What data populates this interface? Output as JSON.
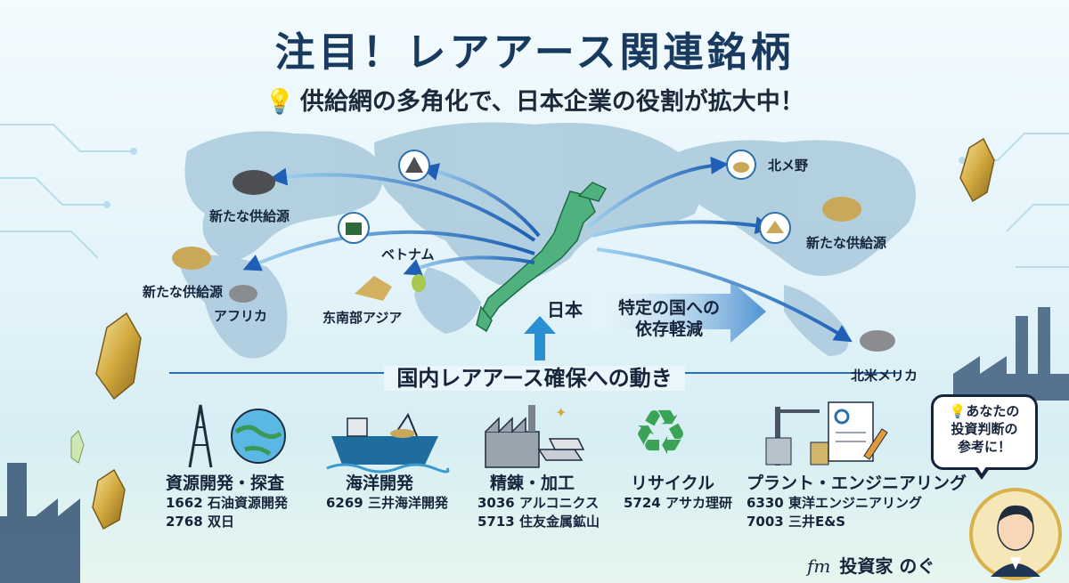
{
  "header": {
    "title": "注目！レアアース関連銘柄",
    "subtitle": "供給網の多角化で、日本企業の役割が拡大中！",
    "subtitle_icon": "lightbulb-icon"
  },
  "map": {
    "labels": {
      "new_source_1": "新たな供給源",
      "new_source_2": "新たな供給源",
      "new_source_3": "新たな供給源",
      "africa": "アフリカ",
      "vietnam": "ベトナム",
      "southeast_asia": "东南部アジア",
      "japan": "日本",
      "north_a": "北メ野",
      "north_america": "北米メリカ"
    },
    "reduce_dependency": [
      "特定の国への",
      "依存軽減"
    ]
  },
  "section": {
    "title": "国内レアアース確保への動き",
    "categories": [
      {
        "icon": "oil-rig-globe-icon",
        "name": "資源開発・探査",
        "stocks": [
          "1662 石油資源開発",
          "2768 双日"
        ]
      },
      {
        "icon": "ship-icon",
        "name": "海洋開発",
        "stocks": [
          "6269 三井海洋開発"
        ]
      },
      {
        "icon": "refinery-icon",
        "name": "精錬・加工",
        "stocks": [
          "3036 アルコニクス",
          "5713 住友金属鉱山"
        ]
      },
      {
        "icon": "recycle-icon",
        "name": "リサイクル",
        "stocks": [
          "5724 アサカ理研"
        ]
      },
      {
        "icon": "plant-engineering-icon",
        "name": "プラント・エンジニアリング",
        "stocks": [
          "6330 東洋エンジニアリング",
          "7003 三井E&S"
        ]
      }
    ]
  },
  "callout": {
    "lines": [
      "あなたの",
      "投資判断の",
      "参考に！"
    ],
    "icon": "lightbulb-icon"
  },
  "signature": {
    "text": "投資家 のぐ",
    "mark": "fm"
  },
  "colors": {
    "title": "#173a5e",
    "text": "#15243a",
    "arrow": "#1f6fc4",
    "map": "#a9c9dc",
    "japan": "#4fb27e",
    "gold": "#d8b14a"
  }
}
